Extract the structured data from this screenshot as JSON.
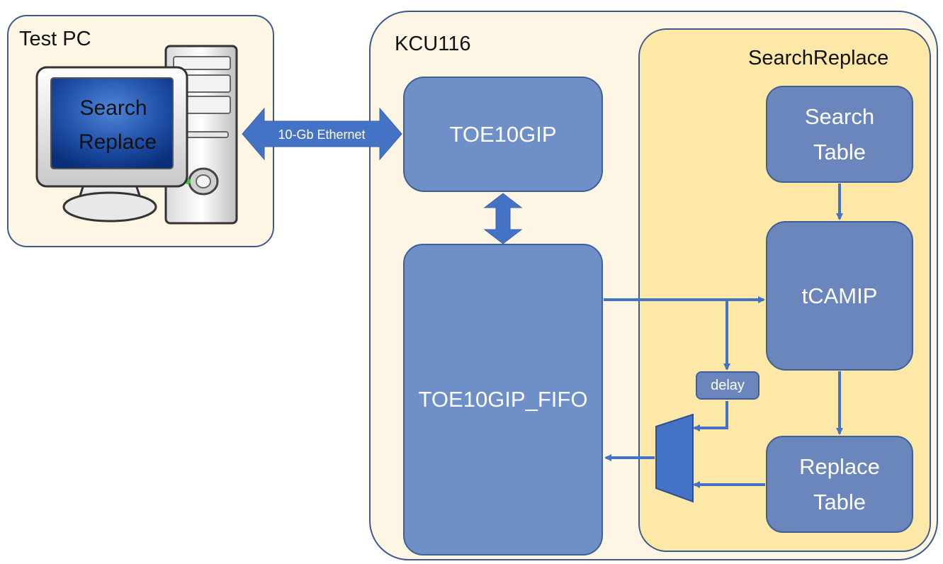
{
  "panels": {
    "test_pc": {
      "title": "Test PC"
    },
    "kcu": {
      "title": "KCU116"
    },
    "search_replace": {
      "title": "SearchReplace"
    }
  },
  "monitor": {
    "line1": "Search",
    "line2": "Replace"
  },
  "link_label": "10-Gb Ethernet",
  "blocks": {
    "toe": "TOE10GIP",
    "fifo": "TOE10GIP_FIFO",
    "search_table": {
      "line1": "Search",
      "line2": "Table"
    },
    "tcam": "tCAMIP",
    "replace_table": {
      "line1": "Replace",
      "line2": "Table"
    },
    "delay": "delay"
  },
  "colors": {
    "panel_fill": "#fef6e4",
    "inner_panel_fill": "#fde8a8",
    "block_fill": "#6f8fc8",
    "arrow": "#4472c4",
    "border": "#3f5a8a"
  }
}
